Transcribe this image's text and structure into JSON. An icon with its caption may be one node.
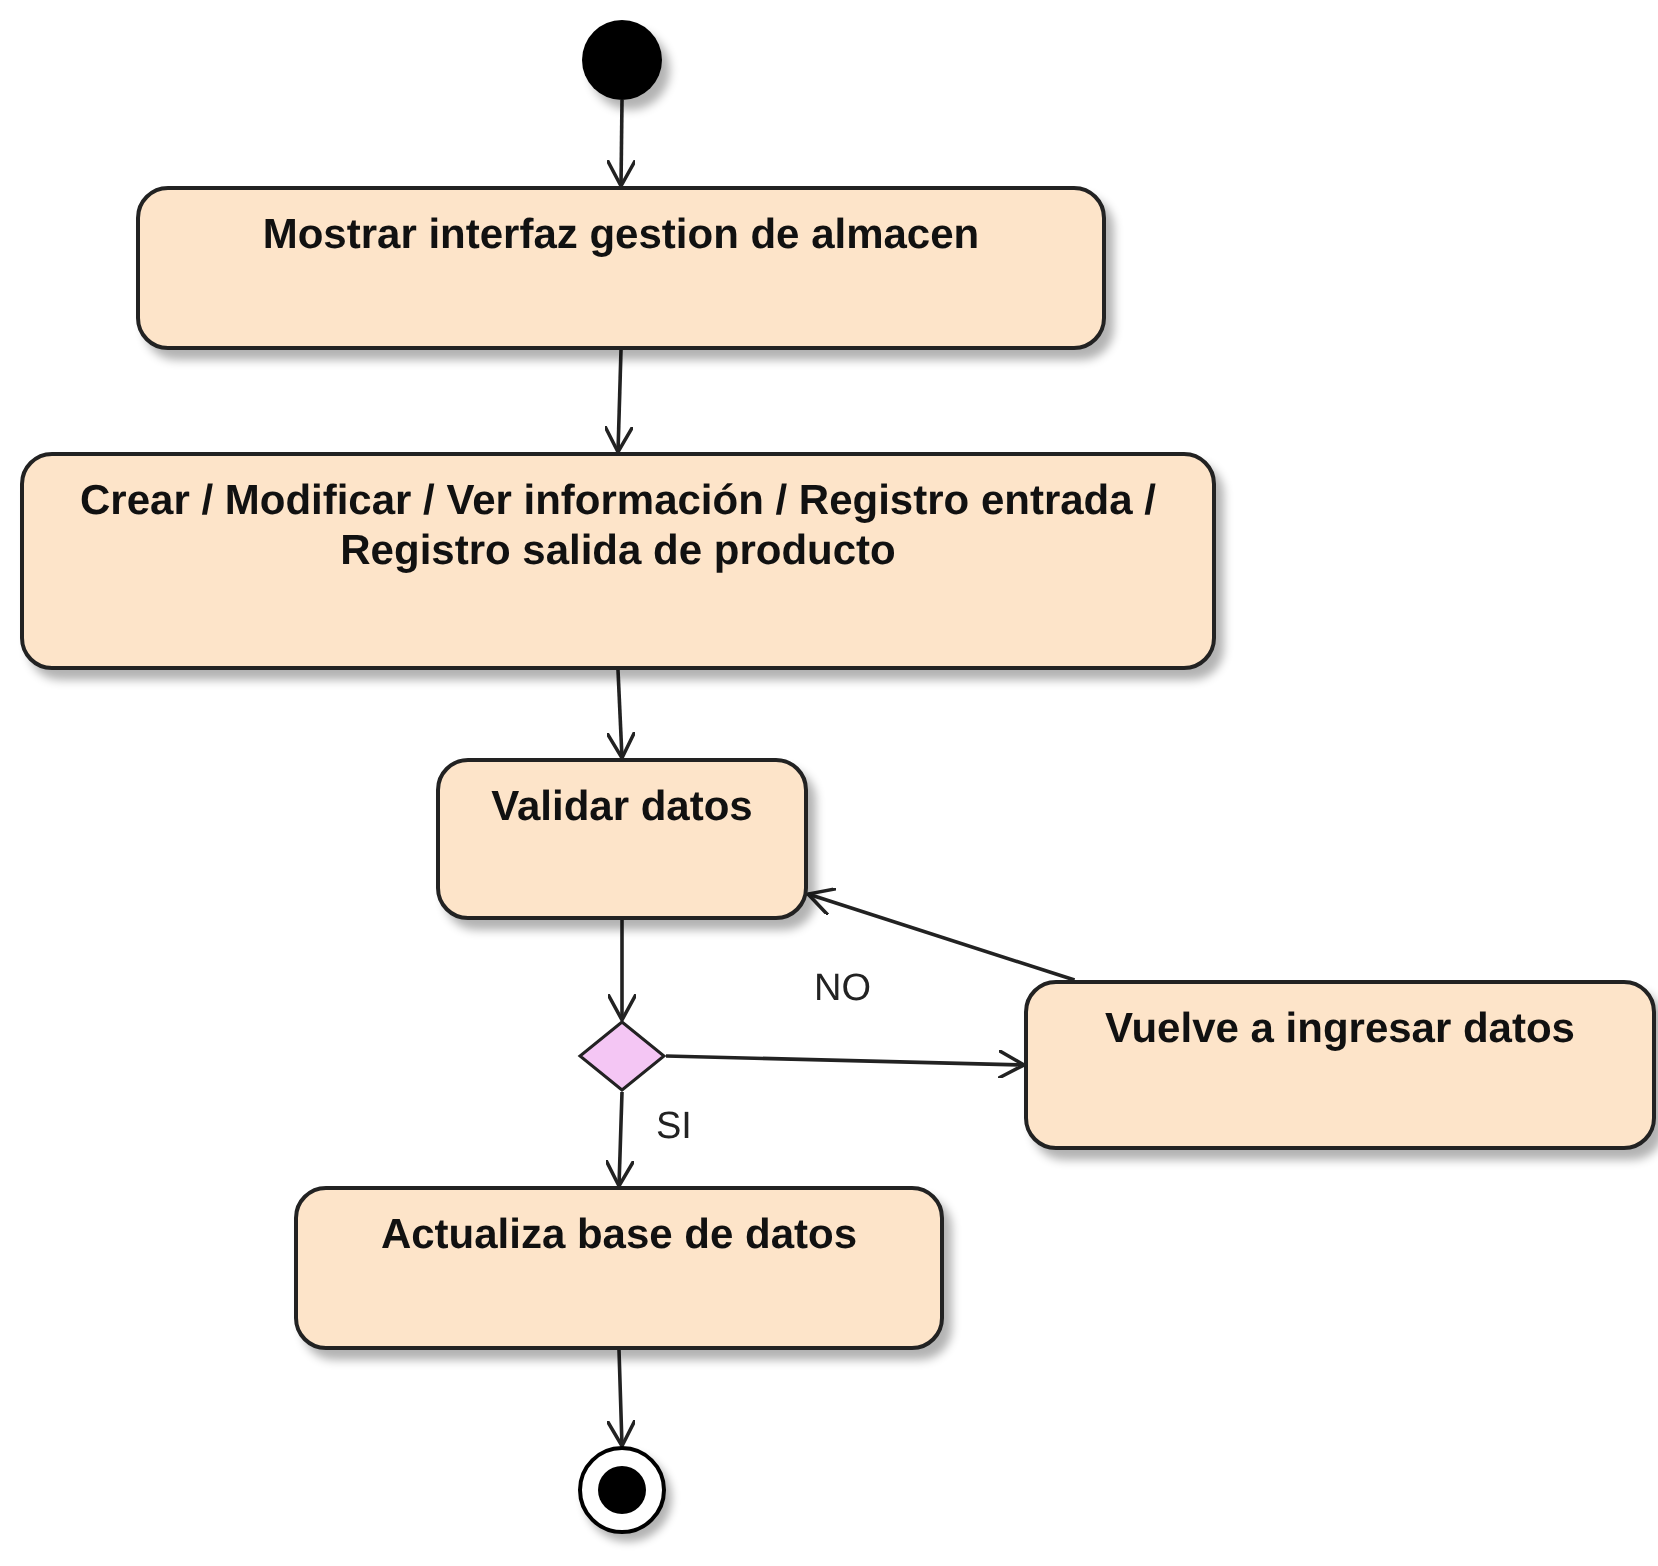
{
  "diagram": {
    "nodes": [
      {
        "text": [],
        "shape": "circle"
      },
      {
        "text": [
          "Mostrar interfaz gestion de almacen"
        ]
      },
      {
        "text": [
          "Crear / Modificar / Ver información / Registro entrada / Registro salida de producto"
        ]
      },
      {
        "text": [
          "Validar datos"
        ]
      },
      {
        "text": [],
        "shape": "diamond"
      },
      {
        "text": [
          "Vuelve a ingresar datos"
        ]
      },
      {
        "text": [
          "Actualiza base de datos"
        ]
      },
      {
        "text": [],
        "shape": "circle"
      }
    ],
    "edges": [
      {
        "from": 0,
        "to": 1,
        "arrow": "to"
      },
      {
        "from": 1,
        "to": 2,
        "arrow": "to"
      },
      {
        "from": 2,
        "to": 3,
        "arrow": "to"
      },
      {
        "from": 3,
        "to": 4,
        "arrow": "to"
      },
      {
        "from": 4,
        "to": 5,
        "arrow": "to",
        "label": "NO"
      },
      {
        "from": 5,
        "to": 3,
        "arrow": "to"
      },
      {
        "from": 4,
        "to": 6,
        "arrow": "to",
        "label": "SI"
      },
      {
        "from": 6,
        "to": 7,
        "arrow": "to"
      }
    ]
  }
}
